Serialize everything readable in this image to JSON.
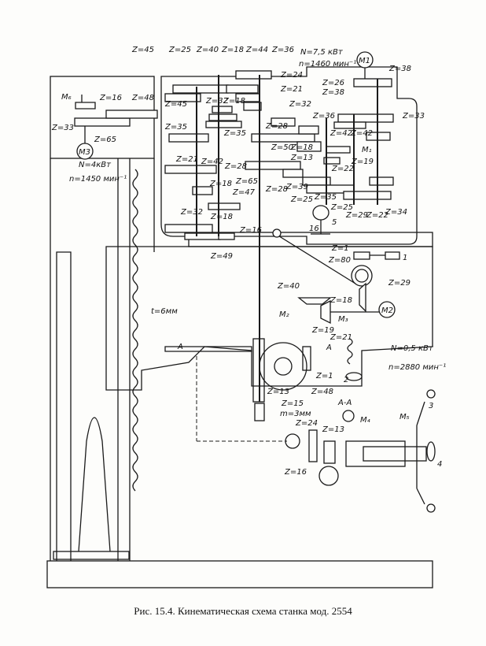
{
  "labels": [
    "Z=45",
    "Z=25",
    "Z=40",
    "Z=18",
    "Z=44",
    "Z=36",
    "N=7,5 кВт",
    "n=1460 мин⁻¹",
    "M1",
    "Z=38",
    "Z=26",
    "Z=38",
    "Z=24",
    "Z=21",
    "Z=45",
    "Z=32",
    "Z=18",
    "Z=32",
    "Z=33",
    "Z=35",
    "Z=35",
    "Z=36",
    "Z=28",
    "Z=42",
    "Z=42",
    "M₁",
    "Z=50",
    "Z=18",
    "Z=13",
    "Z=19",
    "Z=22",
    "Z=21",
    "Z=42",
    "Z=28",
    "Z=18",
    "Z=65",
    "Z=47",
    "Z=28",
    "Z=39",
    "Z=25",
    "Z=35",
    "Z=25",
    "Z=29",
    "Z=22",
    "Z=34",
    "Z=32",
    "Z=18",
    "Z=16",
    "Z=49",
    "5",
    "16",
    "Z=1",
    "Z=80",
    "1",
    "Z=40",
    "Z=29",
    "Z=18",
    "M2",
    "M₂",
    "M₃",
    "Z=19",
    "Z=21",
    "A",
    "A",
    "N=0,5 кВт",
    "n=2880 мин⁻¹",
    "Z=1",
    "2",
    "Z=48",
    "Z=13",
    "m=3мм",
    "A-A",
    "t=6мм",
    "M₆",
    "Z=16",
    "Z=48",
    "Z=33",
    "Z=65",
    "M3",
    "N=4кВт",
    "n=1450 мин⁻¹",
    "Z=24",
    "Z=13",
    "M₄",
    "M₅",
    "3",
    "4",
    "Z=16",
    "Z=15"
  ],
  "caption": "Рис. 15.4.  Кинематическая  схема  станка  мод. 2554"
}
